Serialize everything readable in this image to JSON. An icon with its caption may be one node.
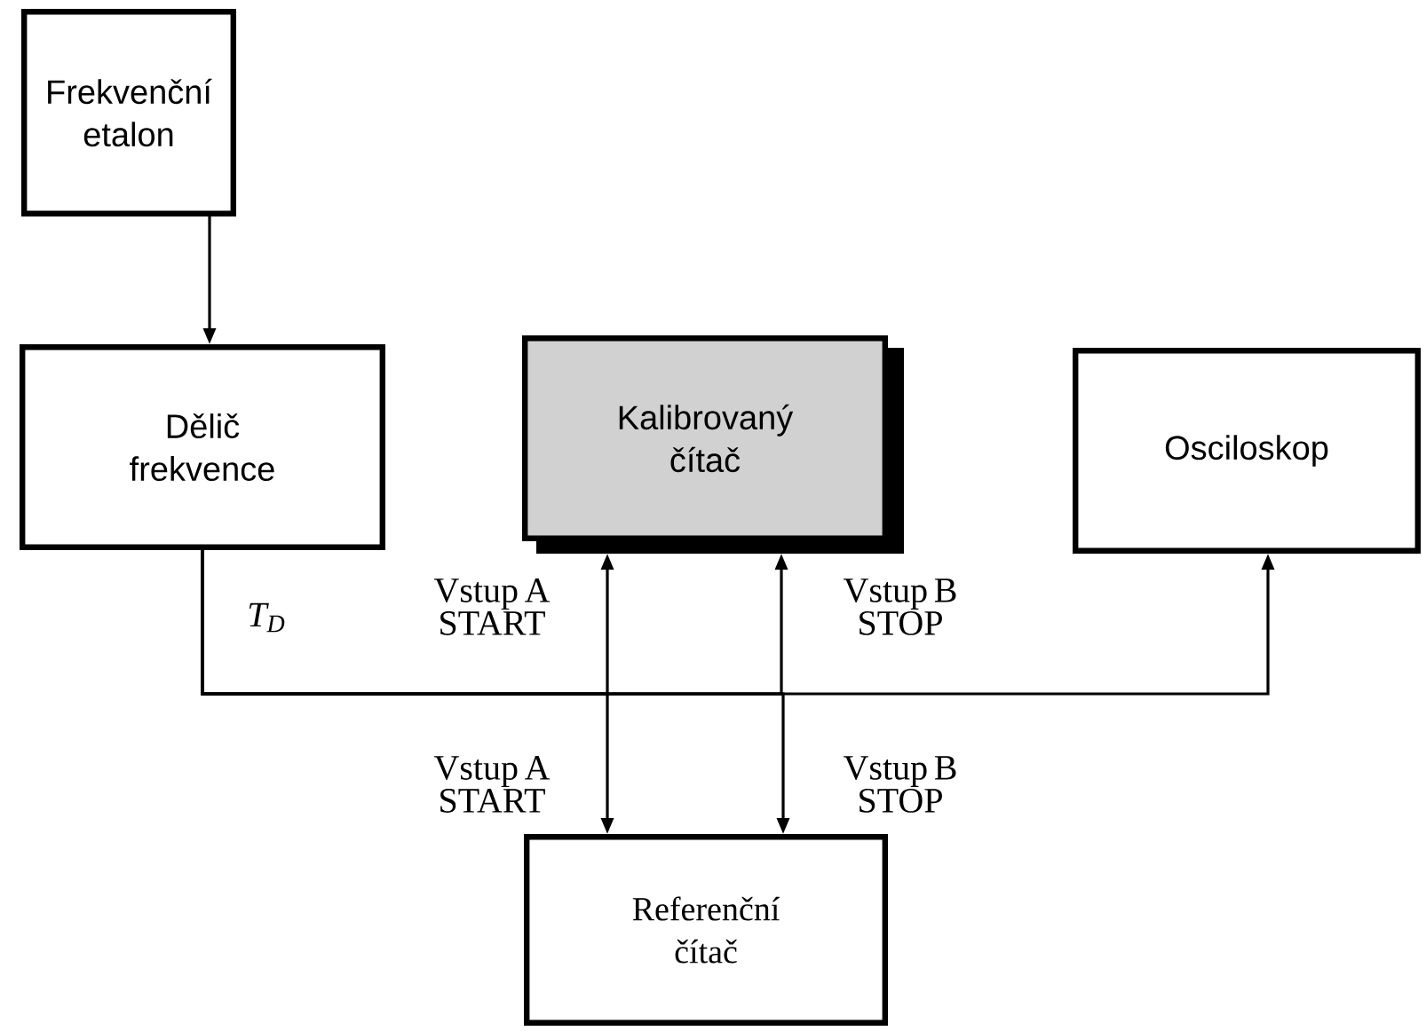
{
  "diagram": {
    "nodes": [
      {
        "text": [
          "Frekvenční etalon"
        ]
      },
      {
        "text": [
          "Dělič frekvence"
        ]
      },
      {
        "text": [
          "Kalibrovaný čítač"
        ]
      },
      {
        "text": [
          "Osciloskop"
        ]
      },
      {
        "text": [
          "Referenční čítač"
        ]
      }
    ],
    "edges": [
      {
        "from": 0,
        "to": 1,
        "arrow": "to"
      },
      {
        "from": 1,
        "to": 2,
        "arrow": "to"
      },
      {
        "from": 1,
        "to": 2,
        "arrow": "to"
      },
      {
        "from": 1,
        "to": 4,
        "arrow": "to"
      },
      {
        "from": 1,
        "to": 4,
        "arrow": "to"
      },
      {
        "from": 1,
        "to": 3,
        "arrow": "to"
      }
    ],
    "labels": [
      "T$_{D}$",
      "Vstup A START",
      "Vstup B STOP",
      "Vstup A START",
      "Vstup B STOP"
    ]
  }
}
